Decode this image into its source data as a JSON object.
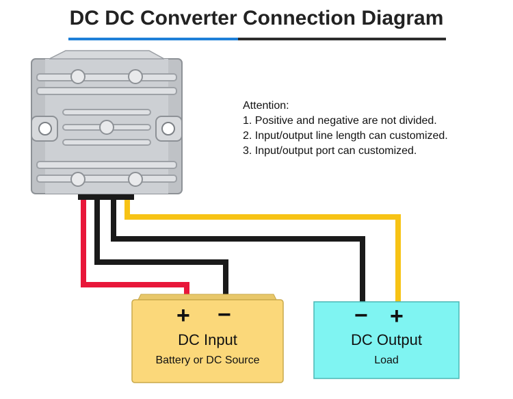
{
  "header": {
    "title": "DC DC Converter Connection Diagram",
    "colors": {
      "accent": "#1e7fd8",
      "rule": "#2d2d2d"
    }
  },
  "attention": {
    "heading": "Attention:",
    "notes": [
      "1. Positive and negative are not divided.",
      "2. Input/output line length can customized.",
      "3. Input/output port can customized."
    ]
  },
  "input_box": {
    "plus": "+",
    "minus": "−",
    "title": "DC Input",
    "subtitle": "Battery or DC Source",
    "color": "#fbd87a"
  },
  "output_box": {
    "minus": "−",
    "plus": "+",
    "title": "DC Output",
    "subtitle": "Load",
    "color": "#7ff4f2"
  },
  "wires": {
    "red": "#e8173a",
    "black": "#1a1a1a",
    "yellow": "#f7c315"
  },
  "converter": {
    "icon": "dc-dc-converter-module"
  }
}
